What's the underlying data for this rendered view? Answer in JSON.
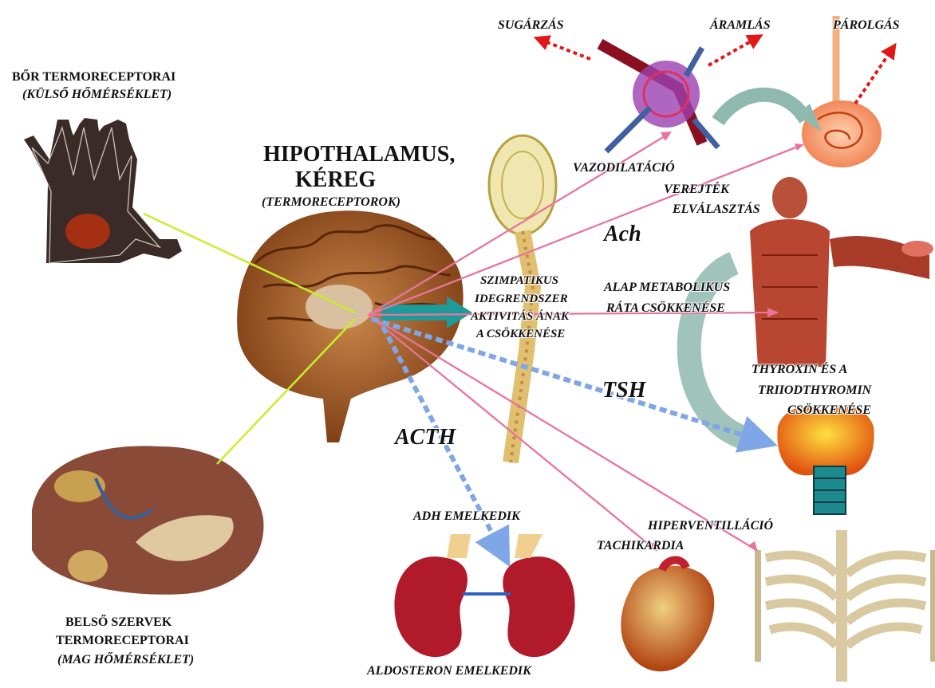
{
  "labels": {
    "skin_title": "BŐR TERMORECEPTORAI",
    "skin_sub": "(KÜLSŐ HŐMÉRSÉKLET)",
    "hypo_title_1": "HIPOTHALAMUS,",
    "hypo_title_2": "KÉREG",
    "hypo_sub": "(TERMORECEPTOROK)",
    "organs_title_1": "BELSŐ SZERVEK",
    "organs_title_2": "TERMORECEPTORAI",
    "organs_sub": "(MAG HŐMÉRSÉKLET)",
    "radiation": "SUGÁRZÁS",
    "convection": "ÁRAMLÁS",
    "evaporation": "PÁROLGÁS",
    "vasodilation": "VAZODILATÁCIÓ",
    "sweat_1": "VEREJTÉK",
    "sweat_2": "ELVÁLASZTÁS",
    "ach": "Ach",
    "sympathetic_1": "SZIMPATIKUS",
    "sympathetic_2": "IDEGRENDSZER",
    "sympathetic_3": "AKTIVITÁS ÁNAK",
    "sympathetic_4": "A CSÖKKENÉSE",
    "metabolic_1": "ALAP METABOLIKUS",
    "metabolic_2": "RÁTA CSÖKKENÉSE",
    "thyroxin_1": "THYROXIN ÉS A",
    "thyroxin_2": "TRIIODTHYROMIN",
    "thyroxin_3": "CSÖKKENÉSE",
    "tsh": "TSH",
    "acth": "ACTH",
    "adh": "ADH EMELKEDIK",
    "aldosteron": "ALDOSTERON EMELKEDIK",
    "hyperventilation": "HIPERVENTILLÁCIÓ",
    "tachycardia": "TACHIKARDIA"
  },
  "colors": {
    "input_arrow": "#c8ef2a",
    "ach_arrow": "#e8749c",
    "hormone_arrow": "#7fa6e6",
    "heat_loss_arrow": "#e01818",
    "main_arrow": "#1d9a9a",
    "loop_arrow": "#8fb8ae"
  },
  "icons": [
    "hand-icon",
    "brain-icon",
    "spinal-cord-icon",
    "organs-icon",
    "skin-vessels-icon",
    "sweat-gland-icon",
    "muscle-body-icon",
    "thyroid-icon",
    "kidneys-icon",
    "heart-icon",
    "ribcage-icon"
  ]
}
